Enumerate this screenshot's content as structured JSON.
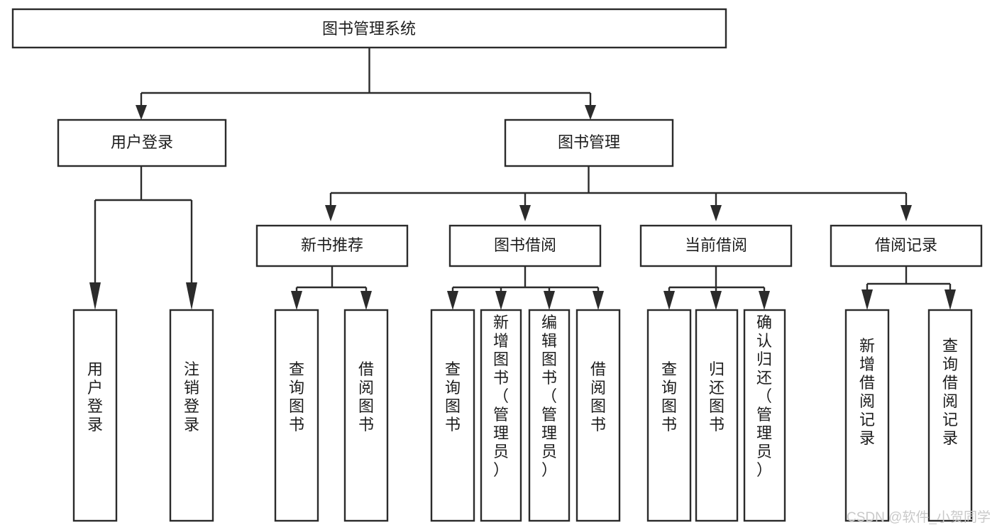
{
  "diagram": {
    "title": "图书管理系统",
    "type": "tree",
    "orientation": "top-down",
    "root": {
      "id": "root",
      "label": "图书管理系统",
      "level": 1
    },
    "nodes": [
      {
        "id": "user-login",
        "label": "用户登录",
        "level": 2,
        "parent": "root",
        "children": [
          "user-login-leaf",
          "user-logout-leaf"
        ]
      },
      {
        "id": "book-manage",
        "label": "图书管理",
        "level": 2,
        "parent": "root",
        "children": [
          "new-book-rec",
          "book-borrow",
          "current-borrow",
          "borrow-record"
        ]
      },
      {
        "id": "new-book-rec",
        "label": "新书推荐",
        "level": 3,
        "parent": "book-manage",
        "children": [
          "nbr-query",
          "nbr-borrow"
        ]
      },
      {
        "id": "book-borrow",
        "label": "图书借阅",
        "level": 3,
        "parent": "book-manage",
        "children": [
          "bb-query",
          "bb-add",
          "bb-edit",
          "bb-borrow"
        ]
      },
      {
        "id": "current-borrow",
        "label": "当前借阅",
        "level": 3,
        "parent": "book-manage",
        "children": [
          "cb-query",
          "cb-return",
          "cb-confirm"
        ]
      },
      {
        "id": "borrow-record",
        "label": "借阅记录",
        "level": 3,
        "parent": "book-manage",
        "children": [
          "br-add",
          "br-query"
        ]
      }
    ],
    "leaves": [
      {
        "id": "user-login-leaf",
        "label": "用户登录",
        "parent": "user-login"
      },
      {
        "id": "user-logout-leaf",
        "label": "注销登录",
        "parent": "user-login"
      },
      {
        "id": "nbr-query",
        "label": "查询图书",
        "parent": "new-book-rec"
      },
      {
        "id": "nbr-borrow",
        "label": "借阅图书",
        "parent": "new-book-rec"
      },
      {
        "id": "bb-query",
        "label": "查询图书",
        "parent": "book-borrow"
      },
      {
        "id": "bb-add",
        "label": "新增图书（管理员）",
        "parent": "book-borrow"
      },
      {
        "id": "bb-edit",
        "label": "编辑图书（管理员）",
        "parent": "book-borrow"
      },
      {
        "id": "bb-borrow",
        "label": "借阅图书",
        "parent": "book-borrow"
      },
      {
        "id": "cb-query",
        "label": "查询图书",
        "parent": "current-borrow"
      },
      {
        "id": "cb-return",
        "label": "归还图书",
        "parent": "current-borrow"
      },
      {
        "id": "cb-confirm",
        "label": "确认归还（管理员）",
        "parent": "current-borrow"
      },
      {
        "id": "br-add",
        "label": "新增借阅记录",
        "parent": "borrow-record"
      },
      {
        "id": "br-query",
        "label": "查询借阅记录",
        "parent": "borrow-record"
      }
    ]
  },
  "watermark": {
    "text": "CSDN @软件_小贺同学"
  },
  "colors": {
    "stroke": "#2b2b2b",
    "fill": "#ffffff",
    "text": "#1d1d1d",
    "watermark": "#c9c9c9"
  }
}
